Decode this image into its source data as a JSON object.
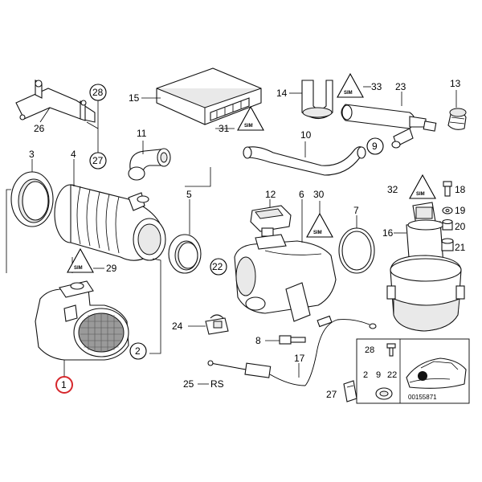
{
  "diagram": {
    "callouts": {
      "c1": "1",
      "c2": "2",
      "c3": "3",
      "c4": "4",
      "c5": "5",
      "c6": "6",
      "c7": "7",
      "c8": "8",
      "c9": "9",
      "c10": "10",
      "c11": "11",
      "c12": "12",
      "c13": "13",
      "c14": "14",
      "c15": "15",
      "c16": "16",
      "c17": "17",
      "c18": "18",
      "c19": "19",
      "c20": "20",
      "c21": "21",
      "c22": "22",
      "c23": "23",
      "c24": "24",
      "c25": "25",
      "c25_rs": "RS",
      "c26": "26",
      "c27": "27",
      "c28": "28",
      "c29": "29",
      "c30": "30",
      "c31": "31",
      "c32": "32",
      "c33": "33"
    },
    "inset": {
      "label_28": "28",
      "label_2": "2",
      "label_9": "9",
      "label_22": "22",
      "label_27": "27",
      "ref_number": "00155871"
    },
    "warning_symbol_text": "SIM",
    "highlight_color": "#d6272c"
  }
}
